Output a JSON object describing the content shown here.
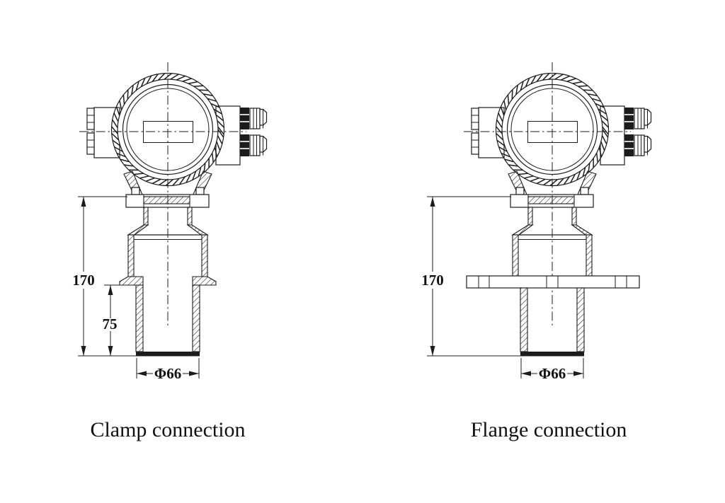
{
  "drawing": {
    "background": "#ffffff",
    "line_color": "#1c1c1c",
    "left_device": {
      "caption": "Clamp connection",
      "height_dim": "170",
      "probe_dim": "75",
      "diameter_dim": "Φ66"
    },
    "right_device": {
      "caption": "Flange connection",
      "height_dim": "170",
      "diameter_dim": "Φ66"
    }
  }
}
